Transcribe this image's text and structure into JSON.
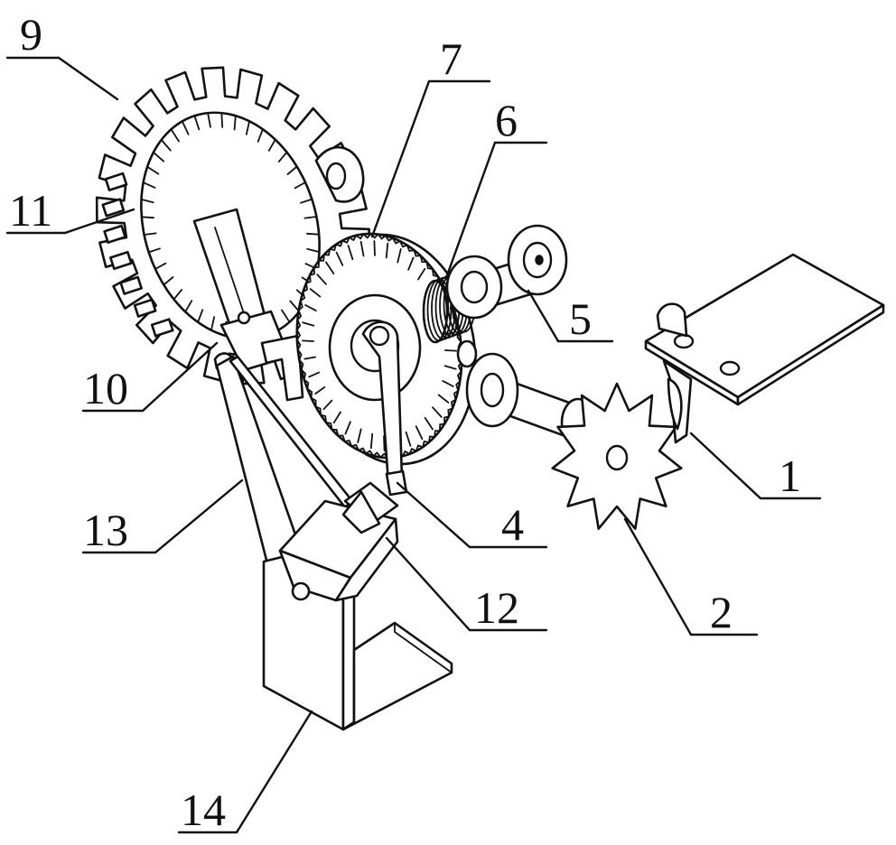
{
  "figure": {
    "callouts": {
      "part_1": "1",
      "part_2": "2",
      "part_4": "4",
      "part_5": "5",
      "part_6": "6",
      "part_7": "7",
      "part_9": "9",
      "part_10": "10",
      "part_11": "11",
      "part_12": "12",
      "part_13": "13",
      "part_14": "14"
    },
    "colors": {
      "line": "#111111",
      "background": "#ffffff"
    }
  }
}
